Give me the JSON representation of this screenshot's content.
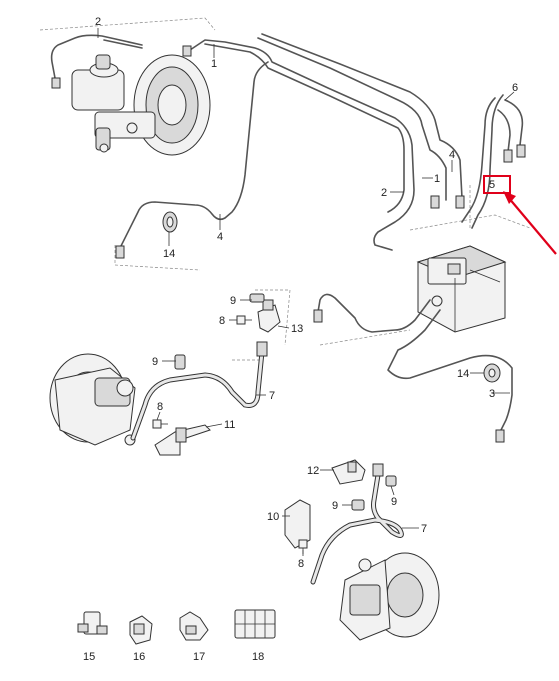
{
  "callouts": [
    {
      "id": "label-2-top",
      "text": "2"
    },
    {
      "id": "label-1-top",
      "text": "1"
    },
    {
      "id": "label-6",
      "text": "6"
    },
    {
      "id": "label-4-right",
      "text": "4"
    },
    {
      "id": "label-1-right",
      "text": "1"
    },
    {
      "id": "label-5",
      "text": "5"
    },
    {
      "id": "label-2-mid",
      "text": "2"
    },
    {
      "id": "label-4-left",
      "text": "4"
    },
    {
      "id": "label-14-left",
      "text": "14"
    },
    {
      "id": "label-9-a",
      "text": "9"
    },
    {
      "id": "label-8-a",
      "text": "8"
    },
    {
      "id": "label-13",
      "text": "13"
    },
    {
      "id": "label-9-b",
      "text": "9"
    },
    {
      "id": "label-14-right",
      "text": "14"
    },
    {
      "id": "label-7-a",
      "text": "7"
    },
    {
      "id": "label-3",
      "text": "3"
    },
    {
      "id": "label-8-b",
      "text": "8"
    },
    {
      "id": "label-11",
      "text": "11"
    },
    {
      "id": "label-12",
      "text": "12"
    },
    {
      "id": "label-9-c",
      "text": "9"
    },
    {
      "id": "label-9-d",
      "text": "9"
    },
    {
      "id": "label-10",
      "text": "10"
    },
    {
      "id": "label-7-b",
      "text": "7"
    },
    {
      "id": "label-8-c",
      "text": "8"
    },
    {
      "id": "label-15",
      "text": "15"
    },
    {
      "id": "label-16",
      "text": "16"
    },
    {
      "id": "label-17",
      "text": "17"
    },
    {
      "id": "label-18",
      "text": "18"
    }
  ],
  "highlight": {
    "target": "label-5",
    "box_color": "#e0001a",
    "arrow_color": "#e0001a"
  },
  "colors": {
    "line": "#555555",
    "text": "#222222",
    "part_fill": "#f2f2f2"
  }
}
